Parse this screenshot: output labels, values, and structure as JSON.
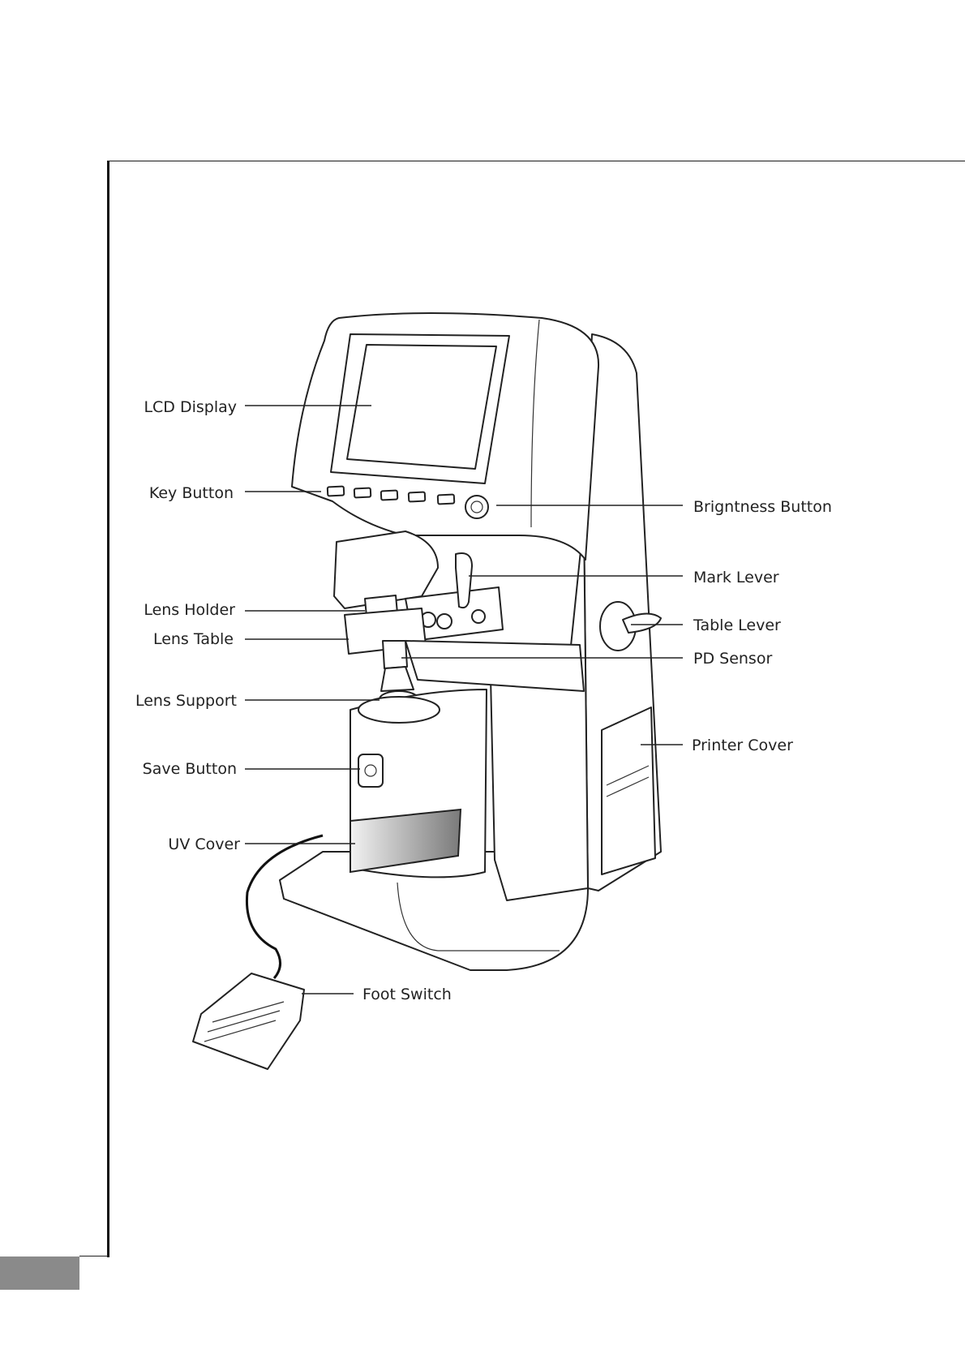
{
  "labels": {
    "lcd_display": "LCD Display",
    "key_button": "Key Button",
    "brightness_button": "Brigntness Button",
    "mark_lever": "Mark Lever",
    "lens_holder": "Lens Holder",
    "table_lever": "Table Lever",
    "lens_table": "Lens Table",
    "pd_sensor": "PD Sensor",
    "lens_support": "Lens Support",
    "printer_cover": "Printer Cover",
    "save_button": "Save Button",
    "uv_cover": "UV Cover",
    "foot_switch": "Foot Switch"
  },
  "colors": {
    "line": "#222222",
    "page_tab": "#8a8a8a",
    "uv_cover_dark": "#7a7a7a",
    "uv_cover_light": "#f2f2f2"
  }
}
